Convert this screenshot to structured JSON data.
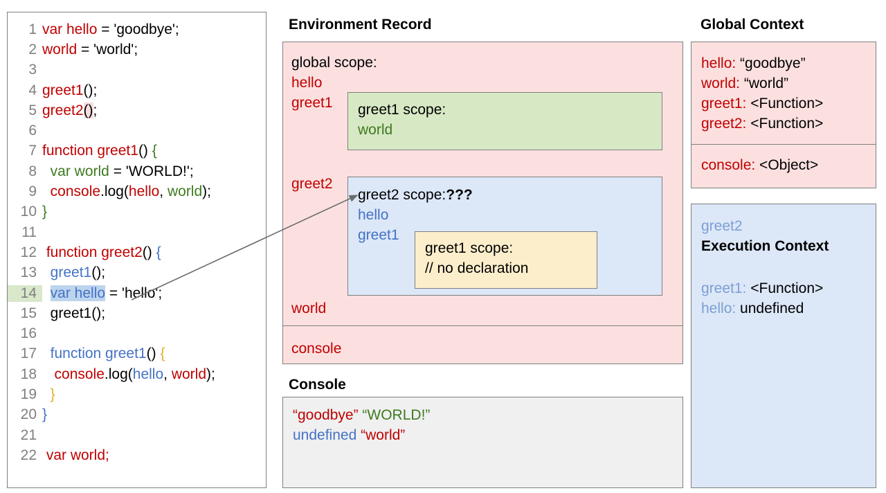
{
  "code_panel": {
    "lines": [
      {
        "n": "1",
        "tokens": [
          {
            "t": "var hello",
            "c": "red"
          },
          {
            "t": " = 'goodbye';",
            "c": "black"
          }
        ]
      },
      {
        "n": "2",
        "tokens": [
          {
            "t": "world",
            "c": "red"
          },
          {
            "t": " = 'world';",
            "c": "black"
          }
        ]
      },
      {
        "n": "3",
        "tokens": []
      },
      {
        "n": "4",
        "tokens": [
          {
            "t": "greet1",
            "c": "red"
          },
          {
            "t": "();",
            "c": "black"
          }
        ]
      },
      {
        "n": "5",
        "tokens": [
          {
            "t": "greet2",
            "c": "red"
          },
          {
            "t": "()",
            "c": "black",
            "bg": "pink"
          },
          {
            "t": ";",
            "c": "black"
          }
        ]
      },
      {
        "n": "6",
        "tokens": []
      },
      {
        "n": "7",
        "tokens": [
          {
            "t": "function greet1",
            "c": "red"
          },
          {
            "t": "() ",
            "c": "black"
          },
          {
            "t": "{",
            "c": "green"
          }
        ]
      },
      {
        "n": "8",
        "tokens": [
          {
            "t": "  ",
            "c": "black"
          },
          {
            "t": "var world",
            "c": "green"
          },
          {
            "t": " = 'WORLD!';",
            "c": "black"
          }
        ]
      },
      {
        "n": "9",
        "tokens": [
          {
            "t": "  ",
            "c": "black"
          },
          {
            "t": "console",
            "c": "red"
          },
          {
            "t": ".log(",
            "c": "black"
          },
          {
            "t": "hello",
            "c": "red"
          },
          {
            "t": ", ",
            "c": "black"
          },
          {
            "t": "world",
            "c": "green"
          },
          {
            "t": ");",
            "c": "black"
          }
        ]
      },
      {
        "n": "10",
        "tokens": [
          {
            "t": "}",
            "c": "green"
          }
        ]
      },
      {
        "n": "11",
        "tokens": []
      },
      {
        "n": "12",
        "tokens": [
          {
            "t": " function greet2",
            "c": "red"
          },
          {
            "t": "() ",
            "c": "black"
          },
          {
            "t": "{",
            "c": "blue"
          }
        ]
      },
      {
        "n": "13",
        "tokens": [
          {
            "t": "  ",
            "c": "black"
          },
          {
            "t": "greet1",
            "c": "blue"
          },
          {
            "t": "();",
            "c": "black"
          }
        ]
      },
      {
        "n": "14",
        "tokens": [
          {
            "t": "  ",
            "c": "black"
          },
          {
            "t": "var hello",
            "c": "blue",
            "bg": "sel"
          },
          {
            "t": " = 'hello';",
            "c": "black"
          }
        ],
        "line_highlight": true
      },
      {
        "n": "15",
        "tokens": [
          {
            "t": "  greet1();",
            "c": "black"
          }
        ]
      },
      {
        "n": "16",
        "tokens": []
      },
      {
        "n": "17",
        "tokens": [
          {
            "t": "  ",
            "c": "black"
          },
          {
            "t": "function greet1",
            "c": "blue"
          },
          {
            "t": "() ",
            "c": "black"
          },
          {
            "t": "{",
            "c": "gold"
          }
        ]
      },
      {
        "n": "18",
        "tokens": [
          {
            "t": "   ",
            "c": "black"
          },
          {
            "t": "console",
            "c": "red"
          },
          {
            "t": ".log(",
            "c": "black"
          },
          {
            "t": "hello",
            "c": "blue"
          },
          {
            "t": ", ",
            "c": "black"
          },
          {
            "t": "world",
            "c": "red"
          },
          {
            "t": ");",
            "c": "black"
          }
        ]
      },
      {
        "n": "19",
        "tokens": [
          {
            "t": "  ",
            "c": "black"
          },
          {
            "t": "}",
            "c": "gold"
          }
        ]
      },
      {
        "n": "20",
        "tokens": [
          {
            "t": "}",
            "c": "blue"
          }
        ]
      },
      {
        "n": "21",
        "tokens": []
      },
      {
        "n": "22",
        "tokens": [
          {
            "t": " var world;",
            "c": "red"
          }
        ]
      }
    ]
  },
  "environment_record": {
    "title": "Environment Record",
    "global_scope_label": "global scope:",
    "bindings": [
      "hello",
      "greet1",
      "greet2",
      "world"
    ],
    "console_binding": "console",
    "greet1_scope": {
      "header": "greet1 scope:",
      "items": [
        "world"
      ]
    },
    "greet2_scope": {
      "header": "greet2 scope:",
      "header_suffix": "???",
      "items": [
        "hello",
        "greet1"
      ],
      "inner": {
        "header": "greet1 scope:",
        "note": "// no declaration"
      }
    }
  },
  "console": {
    "title": "Console",
    "lines": [
      [
        {
          "t": "“goodbye”",
          "c": "red"
        },
        {
          "t": " ",
          "c": "black"
        },
        {
          "t": "“WORLD!”",
          "c": "green"
        }
      ],
      [
        {
          "t": "undefined",
          "c": "blue"
        },
        {
          "t": " ",
          "c": "black"
        },
        {
          "t": "“world”",
          "c": "red"
        }
      ]
    ]
  },
  "global_context": {
    "title": "Global Context",
    "entries": [
      {
        "key": "hello",
        "value": "“goodbye”"
      },
      {
        "key": "world",
        "value": "“world”"
      },
      {
        "key": "greet1",
        "value": "<Function>"
      },
      {
        "key": "greet2",
        "value": "<Function>"
      }
    ],
    "object_entries": [
      {
        "key": "console",
        "value": "<Object>"
      }
    ]
  },
  "execution_context": {
    "name": "greet2",
    "title": "Execution Context",
    "entries": [
      {
        "key": "greet1",
        "value": "<Function>"
      },
      {
        "key": "hello",
        "value": "undefined"
      }
    ]
  },
  "colors": {
    "pink_panel": "#fce0e0",
    "blue_panel": "#dce7f8",
    "green_panel": "#d7e8c5",
    "yellow_panel": "#fdeecb",
    "grey_panel": "#f0f0f0",
    "border": "#7f7f7f",
    "red_text": "#c00000",
    "green_text": "#3d7a1f",
    "blue_text": "#4472c4",
    "gold_text": "#e0b028",
    "selection": "#bdd4ee",
    "line_highlight": "#d9e7cb"
  }
}
